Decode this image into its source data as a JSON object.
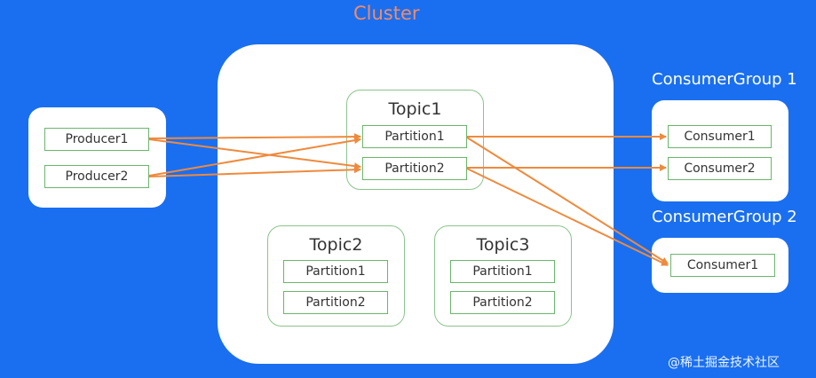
{
  "cluster": {
    "title": "Cluster"
  },
  "producers": {
    "items": [
      "Producer1",
      "Producer2"
    ]
  },
  "topics": [
    {
      "name": "Topic1",
      "partitions": [
        "Partition1",
        "Partition2"
      ]
    },
    {
      "name": "Topic2",
      "partitions": [
        "Partition1",
        "Partition2"
      ]
    },
    {
      "name": "Topic3",
      "partitions": [
        "Partition1",
        "Partition2"
      ]
    }
  ],
  "consumer_groups": [
    {
      "name": "ConsumerGroup 1",
      "consumers": [
        "Consumer1",
        "Consumer2"
      ]
    },
    {
      "name": "ConsumerGroup 2",
      "consumers": [
        "Consumer1"
      ]
    }
  ],
  "watermark": "@稀土掘金技术社区",
  "colors": {
    "background": "#1a6ff0",
    "arrow": "#ef8a3c",
    "cluster_title": "#f28b67",
    "cell_border": "#6bb56d"
  }
}
